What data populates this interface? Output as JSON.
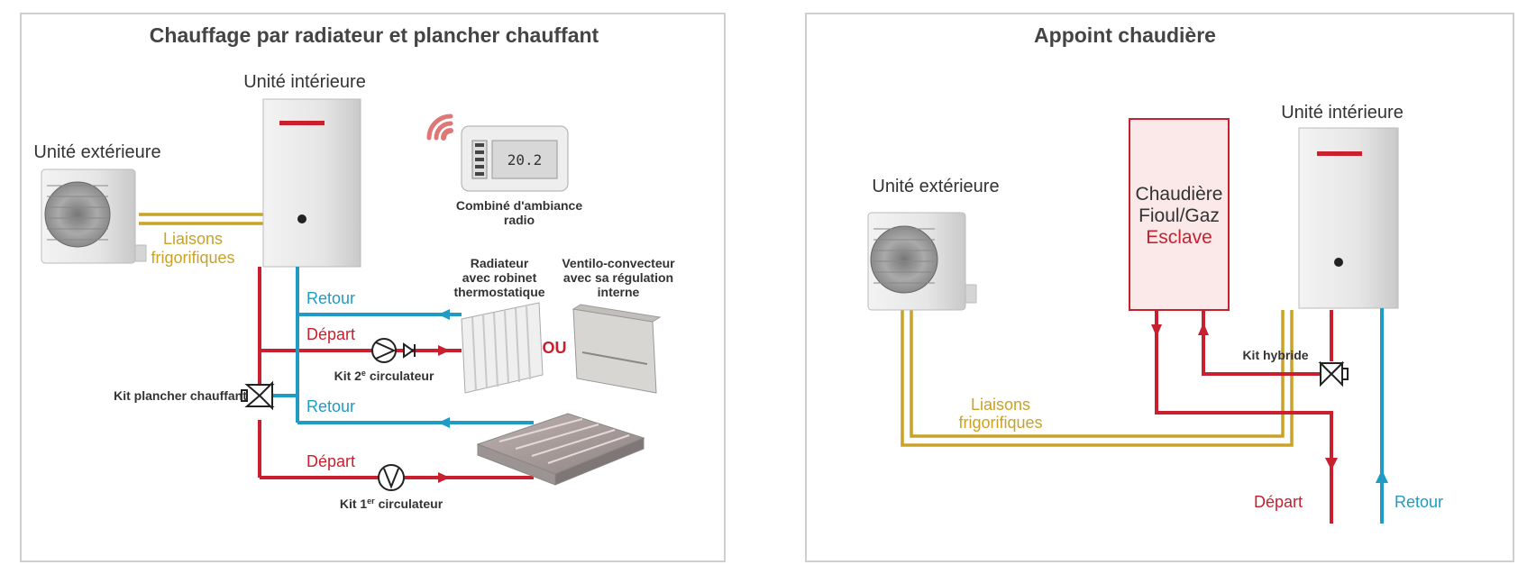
{
  "colors": {
    "gold": "#c9a227",
    "red": "#c8202e",
    "blue": "#1f9bc4",
    "border": "#cfcfcf"
  },
  "left": {
    "title": "Chauffage par radiateur et plancher chauffant",
    "indoor_unit": "Unité intérieure",
    "outdoor_unit": "Unité extérieure",
    "refrigerant_line1": "Liaisons",
    "refrigerant_line2": "frigorifiques",
    "thermostat_line1": "Combiné d'ambiance",
    "thermostat_line2": "radio",
    "thermostat_display": "20.2",
    "radiator_line1": "Radiateur",
    "radiator_line2": "avec robinet",
    "radiator_line3": "thermostatique",
    "fancoil_line1": "Ventilo-convecteur",
    "fancoil_line2": "avec sa régulation",
    "fancoil_line3": "interne",
    "ou": "OU",
    "retour_1": "Retour",
    "depart_1": "Départ",
    "kit2_pre": "Kit 2",
    "kit2_sup": "e",
    "kit2_post": " circulateur",
    "floor_kit": "Kit plancher chauffant",
    "retour_2": "Retour",
    "depart_2": "Départ",
    "kit1_pre": "Kit 1",
    "kit1_sup": "er",
    "kit1_post": " circulateur"
  },
  "right": {
    "title": "Appoint chaudière",
    "indoor_unit": "Unité intérieure",
    "outdoor_unit": "Unité extérieure",
    "boiler_line1": "Chaudière",
    "boiler_line2": "Fioul/Gaz",
    "boiler_line3": "Esclave",
    "hybrid_kit": "Kit hybride",
    "refrigerant_line1": "Liaisons",
    "refrigerant_line2": "frigorifiques",
    "depart": "Départ",
    "retour": "Retour"
  }
}
